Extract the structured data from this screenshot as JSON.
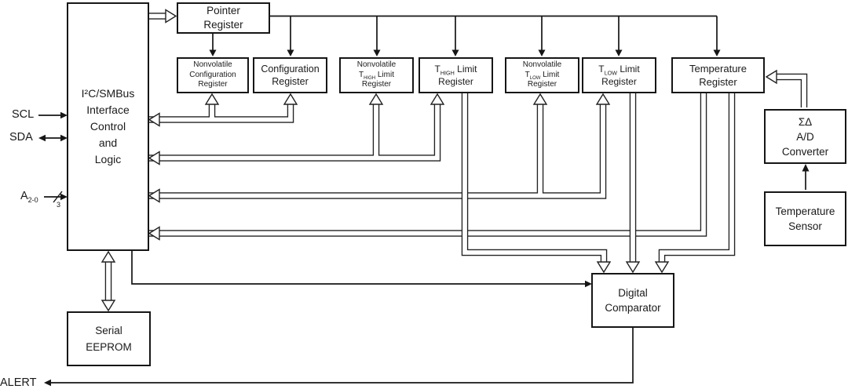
{
  "diagram": {
    "pins": {
      "scl": "SCL",
      "sda": "SDA",
      "address_prefix": "A",
      "address_subscript": "2-0",
      "address_bus_width": "3",
      "alert": "ALERT"
    },
    "blocks": {
      "interface": {
        "line1": "I²C/SMBus",
        "line2": "Interface",
        "line3": "Control",
        "line4": "and",
        "line5": "Logic"
      },
      "pointer_register": {
        "line1": "Pointer",
        "line2": "Register"
      },
      "nonvolatile_configuration_register": {
        "line1": "Nonvolatile",
        "line2": "Configuration",
        "line3": "Register"
      },
      "configuration_register": {
        "line1": "Configuration",
        "line2": "Register"
      },
      "nonvolatile_thigh_limit_register": {
        "line1": "Nonvolatile",
        "t_prefix": "T",
        "t_subscript": "HIGH",
        "t_suffix": " Limit",
        "line3": "Register"
      },
      "thigh_limit_register": {
        "t_prefix": "T",
        "t_subscript": "HIGH",
        "t_suffix": " Limit",
        "line2": "Register"
      },
      "nonvolatile_tlow_limit_register": {
        "line1": "Nonvolatile",
        "t_prefix": "T",
        "t_subscript": "LOW",
        "t_suffix": " Limit",
        "line3": "Register"
      },
      "tlow_limit_register": {
        "t_prefix": "T",
        "t_subscript": "LOW",
        "t_suffix": " Limit",
        "line2": "Register"
      },
      "temperature_register": {
        "line1": "Temperature",
        "line2": "Register"
      },
      "ad_converter": {
        "line1": "ΣΔ",
        "line2": "A/D",
        "line3": "Converter"
      },
      "temperature_sensor": {
        "line1": "Temperature",
        "line2": "Sensor"
      },
      "digital_comparator": {
        "line1": "Digital",
        "line2": "Comparator"
      },
      "serial_eeprom": {
        "line1": "Serial",
        "line2": "EEPROM"
      }
    },
    "colors": {
      "line": "#222222",
      "box_border": "#161616",
      "background": "#ffffff"
    }
  }
}
